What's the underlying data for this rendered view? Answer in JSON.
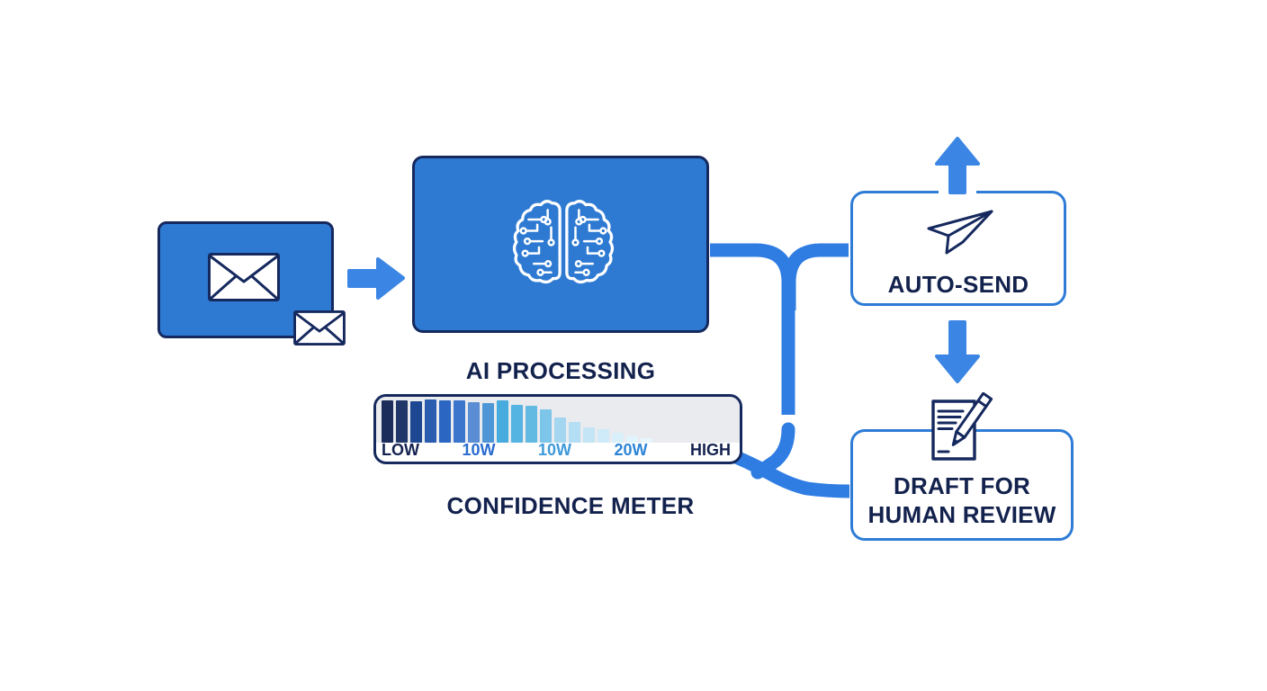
{
  "colors": {
    "blue": "#2e7ad2",
    "connector": "#2f7de2",
    "arrow": "#3b86e4",
    "navy": "#15295e",
    "ink": "#13224d",
    "boxborder": "#2e7cd6",
    "metergray": "#e9ebee",
    "white": "#ffffff"
  },
  "email_card": {
    "icon": "envelope-icon",
    "icon_small": "envelope-small-icon"
  },
  "ai": {
    "label": "AI PROCESSING",
    "icon": "brain-circuit-icon"
  },
  "confidence_meter": {
    "label": "CONFIDENCE METER",
    "scale_labels": [
      {
        "text": "LOW",
        "color": "#14224f"
      },
      {
        "text": "10W",
        "color": "#2a6cd0"
      },
      {
        "text": "10W",
        "color": "#3e9ada"
      },
      {
        "text": "20W",
        "color": "#2e85d6"
      },
      {
        "text": "HIGH",
        "color": "#14224f"
      }
    ],
    "bars": [
      {
        "h": 1.0,
        "color": "#1c2d5c"
      },
      {
        "h": 1.0,
        "color": "#223769"
      },
      {
        "h": 0.98,
        "color": "#1d4792"
      },
      {
        "h": 1.02,
        "color": "#2a5cb0"
      },
      {
        "h": 1.0,
        "color": "#2b66c2"
      },
      {
        "h": 1.0,
        "color": "#3b76cc"
      },
      {
        "h": 0.95,
        "color": "#5a8dd3"
      },
      {
        "h": 0.93,
        "color": "#4f96d6"
      },
      {
        "h": 1.0,
        "color": "#47abdd"
      },
      {
        "h": 0.9,
        "color": "#55b4e1"
      },
      {
        "h": 0.88,
        "color": "#62bae3"
      },
      {
        "h": 0.78,
        "color": "#7ec6e9"
      },
      {
        "h": 0.6,
        "color": "#a4d6f0"
      },
      {
        "h": 0.48,
        "color": "#b4def3"
      },
      {
        "h": 0.37,
        "color": "#c3e5f6"
      },
      {
        "h": 0.32,
        "color": "#cfeaf8"
      },
      {
        "h": 0.23,
        "color": "#d9effa"
      },
      {
        "h": 0.16,
        "color": "#e1f3fb"
      },
      {
        "h": 0.1,
        "color": "#e9f6fd"
      }
    ]
  },
  "outcomes": {
    "auto_send": {
      "label": "AUTO-SEND",
      "icon": "paper-plane-icon"
    },
    "draft": {
      "label_line1": "DRAFT FOR",
      "label_line2": "HUMAN REVIEW",
      "icon": "document-pencil-icon"
    }
  }
}
